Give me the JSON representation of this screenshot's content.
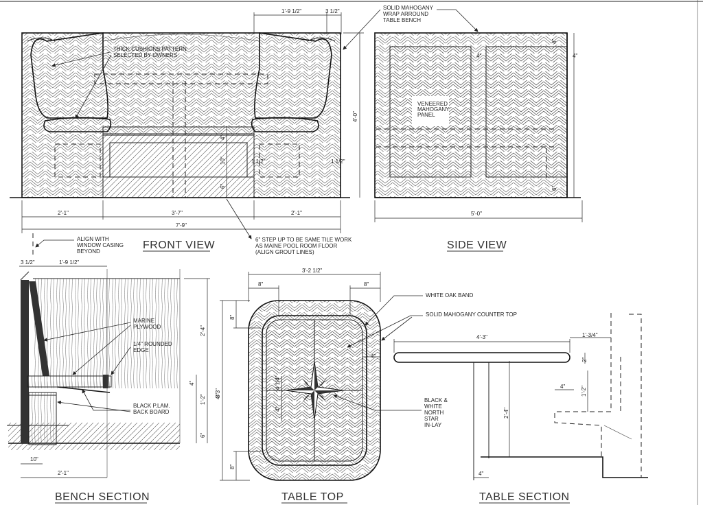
{
  "views": {
    "front": {
      "title": "FRONT VIEW",
      "dims": {
        "top_a": "1'-9 1/2\"",
        "top_b": "3 1/2\"",
        "height": "4'-0\"",
        "left": "2'-1\"",
        "middle": "3'-7\"",
        "right": "2'-1\"",
        "overall": "7'-9\"",
        "seat_a": "4\"",
        "seat_b": "10\"",
        "seat_c": "6\"",
        "inset_l": "1 1/2\"",
        "inset_r": "1 1/2\""
      },
      "notes": {
        "cushion": "THICK CUSHIONS PATTERN SELECTED BY OWNERS",
        "wrap": "SOLID MAHOGANY WRAP ARROUND TABLE BENCH",
        "step": "6\" STEP UP TO BE SAME TILE WORK AS MAINE POOL ROOM FLOOR (ALIGN GROUT LINES)",
        "align": "ALIGN WITH WINDOW CASING BEYOND"
      }
    },
    "side": {
      "title": "SIDE VIEW",
      "dims": {
        "width": "5'-0\"",
        "top": "4\"",
        "right": "4\"",
        "mid": "4\"",
        "bottom": "6\""
      },
      "notes": {
        "panel": "VENEERED MAHOGANY PANEL"
      }
    },
    "bench": {
      "title": "BENCH SECTION",
      "dims": {
        "top_a": "3 1/2\"",
        "top_b": "1'-9 1/2\"",
        "back": "2'-4\"",
        "overall": "4'-3\"",
        "seat": "4\"",
        "seat_h": "1'-2\"",
        "base": "6\"",
        "toe": "10\"",
        "depth": "2'-1\""
      },
      "notes": {
        "plywood": "MARINE PLYWOOD",
        "edge": "1/4\" ROUNDED EDGE",
        "backboard": "BLACK P.LAM. BACK BOARD"
      }
    },
    "table_top": {
      "title": "TABLE TOP",
      "dims": {
        "width": "3'-2 1/2\"",
        "corner_l": "8\"",
        "corner_r": "8\"",
        "corner_t": "8\"",
        "corner_b": "8\"",
        "band": "4\"",
        "star_w": "4 1/4\"",
        "star_h": "4\""
      },
      "notes": {
        "band": "WHITE OAK BAND",
        "counter": "SOLID MAHOGANY COUNTER TOP",
        "star": "BLACK & WHITE NORTH STAR IN-LAY"
      }
    },
    "table_section": {
      "title": "TABLE SECTION",
      "dims": {
        "length": "4'-3\"",
        "overhang": "1'-3/4\"",
        "top_th": "2\"",
        "height": "2'-4\"",
        "seat_step": "4\"",
        "seat_h": "1'-2\"",
        "base": "4\""
      }
    }
  }
}
